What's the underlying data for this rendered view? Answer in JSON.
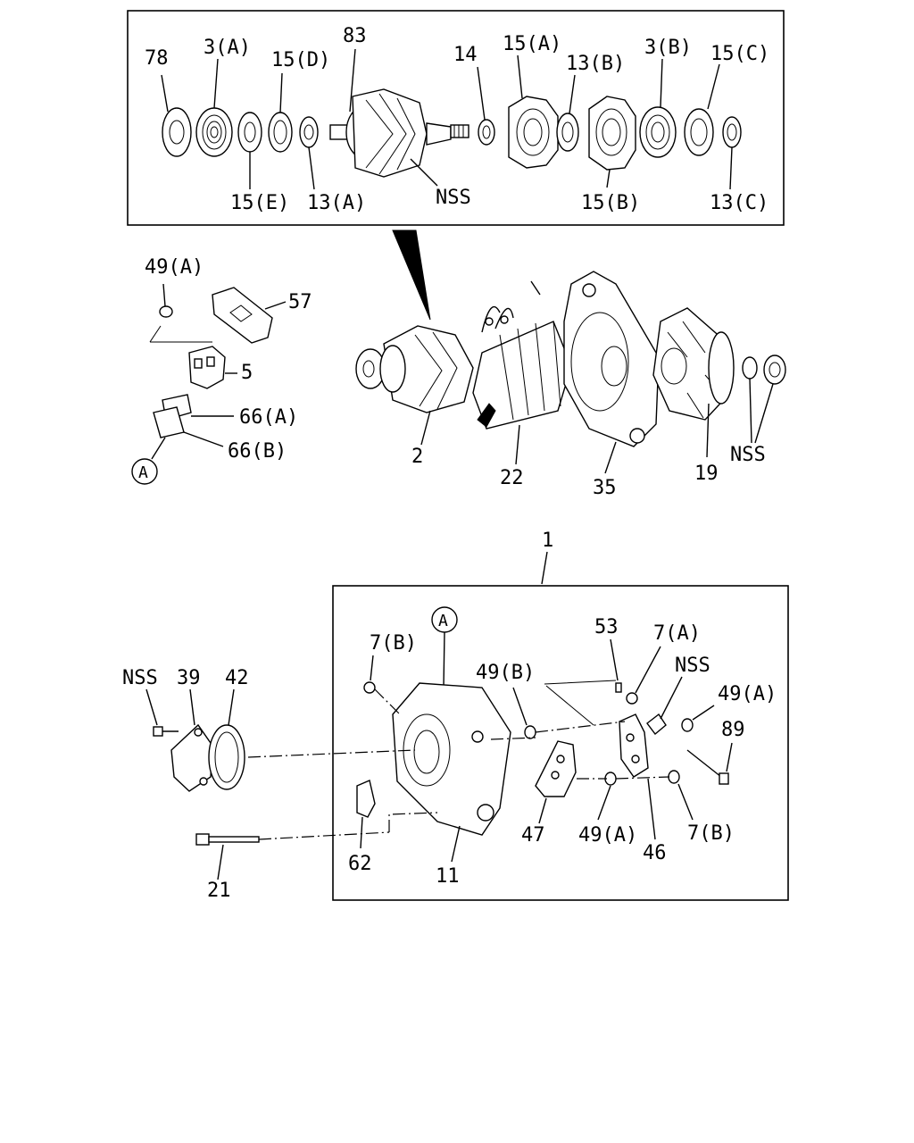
{
  "labels": {
    "p78": "78",
    "p3a": "3(A)",
    "p15d": "15(D)",
    "p83": "83",
    "p14": "14",
    "p15a": "15(A)",
    "p13b": "13(B)",
    "p3b": "3(B)",
    "p15c": "15(C)",
    "p15e": "15(E)",
    "p13a": "13(A)",
    "nss_top": "NSS",
    "p15b": "15(B)",
    "p13c": "13(C)",
    "p49a_left": "49(A)",
    "p57": "57",
    "p5": "5",
    "p66a": "66(A)",
    "p66b": "66(B)",
    "circle_a_left": "A",
    "p2": "2",
    "p22": "22",
    "p35": "35",
    "p19": "19",
    "nss_fan": "NSS",
    "p1": "1",
    "circle_a_box": "A",
    "p7b_top": "7(B)",
    "p53": "53",
    "p7a": "7(A)",
    "nss_box": "NSS",
    "p49b": "49(B)",
    "p49a_right": "49(A)",
    "p89": "89",
    "nss_bolt": "NSS",
    "p39": "39",
    "p42": "42",
    "p47": "47",
    "p49a_bottom": "49(A)",
    "p7b_bottom": "7(B)",
    "p46": "46",
    "p62": "62",
    "p11": "11",
    "p21": "21"
  }
}
